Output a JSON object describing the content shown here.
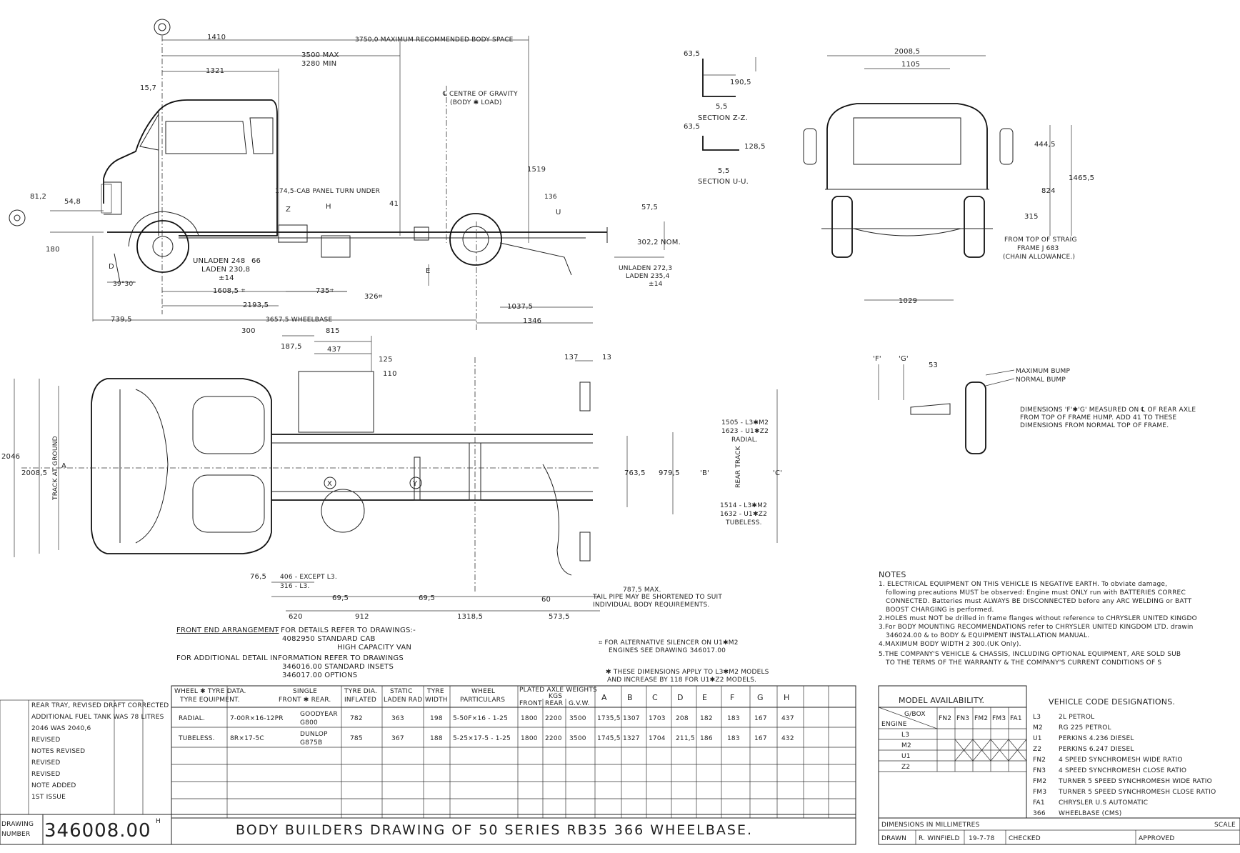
{
  "top_dims": {
    "d1410": "1410",
    "body_space": "3750,0 MAXIMUM RECOMMENDED BODY SPACE",
    "max3500": "3500 MAX",
    "min3280": "3280 MIN",
    "d1321": "1321",
    "d15_7": "15,7",
    "cog": "℄ CENTRE OF GRAVITY",
    "cog2": "(BODY ✱ LOAD)",
    "cab_panel": "174,5-CAB PANEL TURN UNDER",
    "d81_2": "81,2",
    "d54_8": "54,8",
    "d180": "180",
    "unladen248": "UNLADEN 248",
    "laden230": "LADEN 230,8",
    "pm14a": "±14",
    "d66": "66",
    "d1608": "1608,5 ⌗",
    "d735": "735⌗",
    "d326": "326⌗",
    "d2193": "2193,5",
    "d739": "739,5",
    "d3657": "3657,5 WHEELBASE",
    "angle": "39°30'",
    "d1519": "1519",
    "d136": "136",
    "d41": "41",
    "d57_5": "57,5",
    "d302": "302,2 NOM.",
    "unladen272": "UNLADEN 272,3",
    "laden235": "LADEN 235,4",
    "pm14b": "±14",
    "d1037": "1037,5",
    "d1346": "1346",
    "Z": "Z",
    "H": "H",
    "U": "U",
    "D": "D",
    "E": "E"
  },
  "sections": {
    "d63a": "63,5",
    "d190": "190,5",
    "d5a": "5,5",
    "zz": "SECTION Z-Z.",
    "d63b": "63,5",
    "d128": "128,5",
    "d5b": "5,5",
    "uu": "SECTION U-U."
  },
  "rear_view": {
    "d2008": "2008,5",
    "d1105": "1105",
    "d444": "444,5",
    "d1465": "1465,5",
    "d824": "824",
    "d315": "315",
    "note1": "FROM TOP OF STRAIG",
    "note2": "FRAME  J 683",
    "note3": "(CHAIN ALLOWANCE.)",
    "d1029": "1029"
  },
  "bump": {
    "F": "'F'",
    "G": "'G'",
    "d53": "53",
    "max": "MAXIMUM BUMP",
    "normal": "NORMAL BUMP",
    "n1": "DIMENSIONS 'F'✱'G' MEASURED ON ℄ OF REAR AXLE",
    "n2": "FROM TOP OF FRAME HUMP. ADD 41 TO THESE",
    "n3": "DIMENSIONS FROM NORMAL TOP OF FRAME."
  },
  "plan_view": {
    "d300": "300",
    "d815": "815",
    "d187": "187,5",
    "d437": "437",
    "d125": "125",
    "d110": "110",
    "d137": "137",
    "d13": "13",
    "d2046": "2046",
    "d2008": "2008,5",
    "track_ground": "TRACK AT GROUND",
    "r1": "1505 - L3✱M2",
    "r2": "1623 - U1✱Z2",
    "r3": "RADIAL.",
    "rear_track": "REAR TRACK",
    "d763": "763,5",
    "d979": "979,5",
    "B": "'B'",
    "C": "'C'",
    "t1": "1514 - L3✱M2",
    "t2": "1632 - U1✱Z2",
    "t3": "TUBELESS.",
    "d76": "76,5",
    "d406": "406 - EXCEPT L3.",
    "d316": "316 - L3.",
    "d787": "787,5 MAX.",
    "tail1": "TAIL PIPE MAY BE SHORTENED TO SUIT",
    "tail2": "INDIVIDUAL BODY REQUIREMENTS.",
    "d69a": "69,5",
    "d69b": "69,5",
    "d60": "60",
    "d620": "620",
    "d912": "912",
    "d1318": "1318,5",
    "d573": "573,5",
    "X": "X",
    "Y": "Y",
    "A": "A"
  },
  "refs": {
    "front1": "FRONT END ARRANGEMENT",
    "front2": "- FOR DETAILS REFER TO DRAWINGS:-",
    "l1": "4082950   STANDARD CAB",
    "l2": "HIGH CAPACITY VAN",
    "add1": "FOR ADDITIONAL DETAIL INFORMATION REFER TO DRAWINGS",
    "add2": "346016.00  STANDARD INSETS",
    "add3": "346017.00  OPTIONS",
    "sil1": "⌗ FOR ALTERNATIVE SILENCER ON U1✱M2",
    "sil2": "ENGINES SEE DRAWING 346017.00",
    "app1": "✱ THESE DIMENSIONS APPLY TO L3✱M2 MODELS",
    "app2": "AND INCREASE BY 118 FOR U1✱Z2 MODELS."
  },
  "notes": {
    "heading": "NOTES",
    "n1a": "1. ELECTRICAL EQUIPMENT ON THIS VEHICLE IS NEGATIVE EARTH. To obviate damage,",
    "n1b": "following precautions MUST be observed: Engine must ONLY run with  BATTERIES CORREC",
    "n1c": "CONNECTED. Batteries must ALWAYS BE DISCONNECTED before any ARC WELDING or BATT",
    "n1d": "BOOST CHARGING is performed.",
    "n2": "2.HOLES must NOT be drilled in frame flanges without reference to CHRYSLER UNITED KINGDO",
    "n3a": "3.For BODY MOUNTING RECOMMENDATIONS refer to CHRYSLER UNITED KINGDOM LTD. drawin",
    "n3b": "346024.00 & to BODY & EQUIPMENT INSTALLATION MANUAL.",
    "n4": "4.MAXIMUM BODY WIDTH 2 300.(UK Only).",
    "n5a": "5.THE COMPANY'S VEHICLE & CHASSIS, INCLUDING OPTIONAL  EQUIPMENT, ARE  SOLD SUB",
    "n5b": "TO THE TERMS OF THE WARRANTY & THE COMPANY'S CURRENT  CONDITIONS OF S"
  },
  "wheel_table": {
    "h_data": "WHEEL ✱ TYRE DATA.",
    "h_equip": "TYRE EQUIPMENT.",
    "h_single": "SINGLE",
    "h_fr": "FRONT ✱ REAR.",
    "h_dia": "TYRE DIA.",
    "h_infl": "INFLATED",
    "h_static": "STATIC",
    "h_laden": "LADEN RAD",
    "h_tyre": "TYRE",
    "h_width": "WIDTH",
    "h_wheel": "WHEEL",
    "h_part": "PARTICULARS",
    "h_plated": "PLATED AXLE WEIGHTS",
    "h_kgs": "KGS",
    "h_front": "FRONT",
    "h_rear": "REAR",
    "h_gvw": "G.V.W.",
    "letters": [
      "A",
      "B",
      "C",
      "D",
      "E",
      "F",
      "G",
      "H"
    ],
    "rows": [
      [
        "RADIAL.",
        "7-00R×16-12PR",
        "GOODYEAR",
        "G800",
        "782",
        "363",
        "198",
        "5-50F×16 - 1-25",
        "1800",
        "2200",
        "3500",
        "1735,5",
        "1307",
        "1703",
        "208",
        "182",
        "183",
        "167",
        "437"
      ],
      [
        "TUBELESS.",
        "8R×17-5C",
        "DUNLOP",
        "G875B",
        "785",
        "367",
        "188",
        "5-25×17-5 - 1-25",
        "1800",
        "2200",
        "3500",
        "1745,5",
        "1327",
        "1704",
        "211,5",
        "186",
        "183",
        "167",
        "432"
      ]
    ]
  },
  "model_table": {
    "title": "MODEL AVAILABILITY.",
    "gbox": "G/BOX",
    "engine": "ENGINE",
    "cols": [
      "FN2",
      "FN3",
      "FM2",
      "FM3",
      "FA1"
    ],
    "engines": [
      "L3",
      "M2",
      "U1",
      "Z2"
    ]
  },
  "codes": {
    "title": "VEHICLE CODE DESIGNATIONS.",
    "items": [
      [
        "L3",
        "2L PETROL"
      ],
      [
        "M2",
        "RG 225 PETROL"
      ],
      [
        "U1",
        "PERKINS 4.236 DIESEL"
      ],
      [
        "Z2",
        "PERKINS 6.247 DIESEL"
      ],
      [
        "FN2",
        "4 SPEED SYNCHROMESH WIDE RATIO"
      ],
      [
        "FN3",
        "4 SPEED SYNCHROMESH CLOSE RATIO"
      ],
      [
        "FM2",
        "TURNER 5 SPEED SYNCHROMESH WIDE RATIO"
      ],
      [
        "FM3",
        "TURNER 5 SPEED SYNCHROMESH CLOSE RATIO"
      ],
      [
        "FA1",
        "CHRYSLER U.S AUTOMATIC"
      ],
      [
        "366",
        "WHEELBASE (CMS)"
      ]
    ]
  },
  "title_block": {
    "drawing": "DRAWING",
    "number": "NUMBER",
    "num": "346008.00",
    "suffix": "H",
    "title": "BODY BUILDERS DRAWING OF 50 SERIES RB35 366 WHEELBASE.",
    "dims": "DIMENSIONS IN MILLIMETRES",
    "drawn": "DRAWN",
    "drawn_by": "R. WINFIELD",
    "date": "19-7-78",
    "checked": "CHECKED",
    "approved": "APPROVED",
    "scale": "SCALE"
  },
  "revisions": [
    "REAR TRAY, REVISED DRAFT CORRECTED",
    "ADDITIONAL FUEL TANK WAS 78 LITRES",
    "2046 WAS 2040,6",
    "REVISED",
    "NOTES REVISED",
    "REVISED",
    "REVISED",
    "NOTE ADDED",
    "1ST ISSUE"
  ]
}
